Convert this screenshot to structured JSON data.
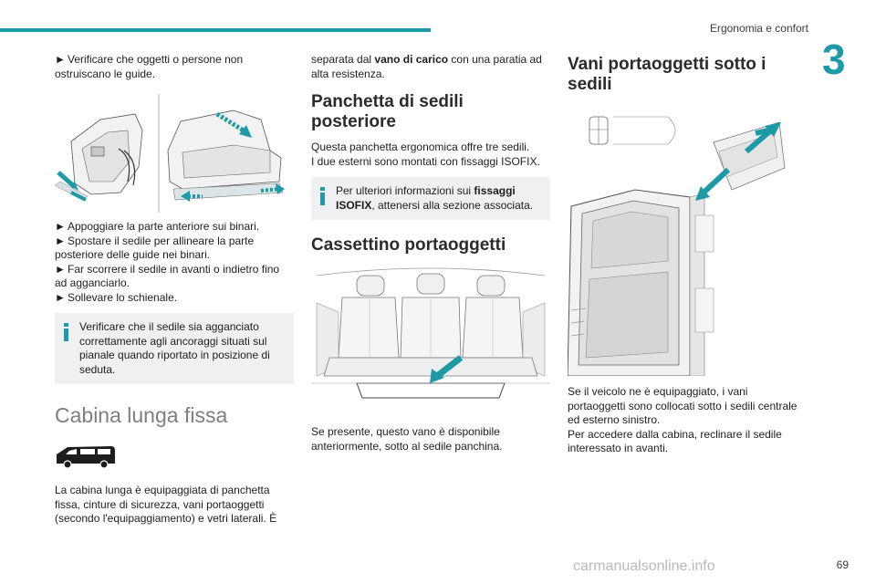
{
  "header": {
    "section_title": "Ergonomia e confort",
    "chapter_number": "3",
    "page_number": "69",
    "watermark": "carmanualsonline.info"
  },
  "col1": {
    "intro_step": "Verificare che oggetti o persone non ostruiscano le guide.",
    "steps": [
      "Appoggiare la parte anteriore sui binari.",
      "Spostare il sedile per allineare la parte posteriore delle guide nei binari.",
      "Far scorrere il sedile in avanti o indietro fino ad agganciarlo.",
      "Sollevare lo schienale."
    ],
    "note": "Verificare che il sedile sia agganciato correttamente agli ancoraggi situati sul pianale quando riportato in posizione di seduta.",
    "cabina_heading": "Cabina lunga fissa",
    "cabina_text": "La cabina lunga è equipaggiata di panchetta fissa, cinture di sicurezza, vani portaoggetti (secondo l'equipaggiamento) e vetri laterali. È"
  },
  "col2": {
    "cont_pre": "separata dal ",
    "cont_bold": "vano di carico",
    "cont_post": " con una paratia ad alta resistenza.",
    "panchetta_heading": "Panchetta di sedili posteriore",
    "panchetta_line1": "Questa panchetta ergonomica offre tre sedili.",
    "panchetta_line2": "I due esterni sono montati con fissaggi ISOFIX.",
    "note_pre": "Per ulteriori informazioni sui ",
    "note_bold": "fissaggi ISOFIX",
    "note_post": ", attenersi alla sezione associata.",
    "cassettino_heading": "Cassettino portaoggetti",
    "cassettino_text": "Se presente, questo vano è disponibile anteriormente, sotto al sedile panchina."
  },
  "col3": {
    "vani_heading": "Vani portaoggetti sotto i sedili",
    "vani_text1": "Se il veicolo ne è equipaggiato, i vani portaoggetti sono collocati sotto i sedili centrale ed esterno sinistro.",
    "vani_text2": "Per accedere dalla cabina, reclinare il sedile interessato in avanti."
  },
  "colors": {
    "accent": "#1d9aa6",
    "note_bg": "#eef0f1",
    "heading_light": "#7a7f84"
  },
  "icons": [
    "step-arrow-icon",
    "info-icon",
    "van-icon"
  ]
}
